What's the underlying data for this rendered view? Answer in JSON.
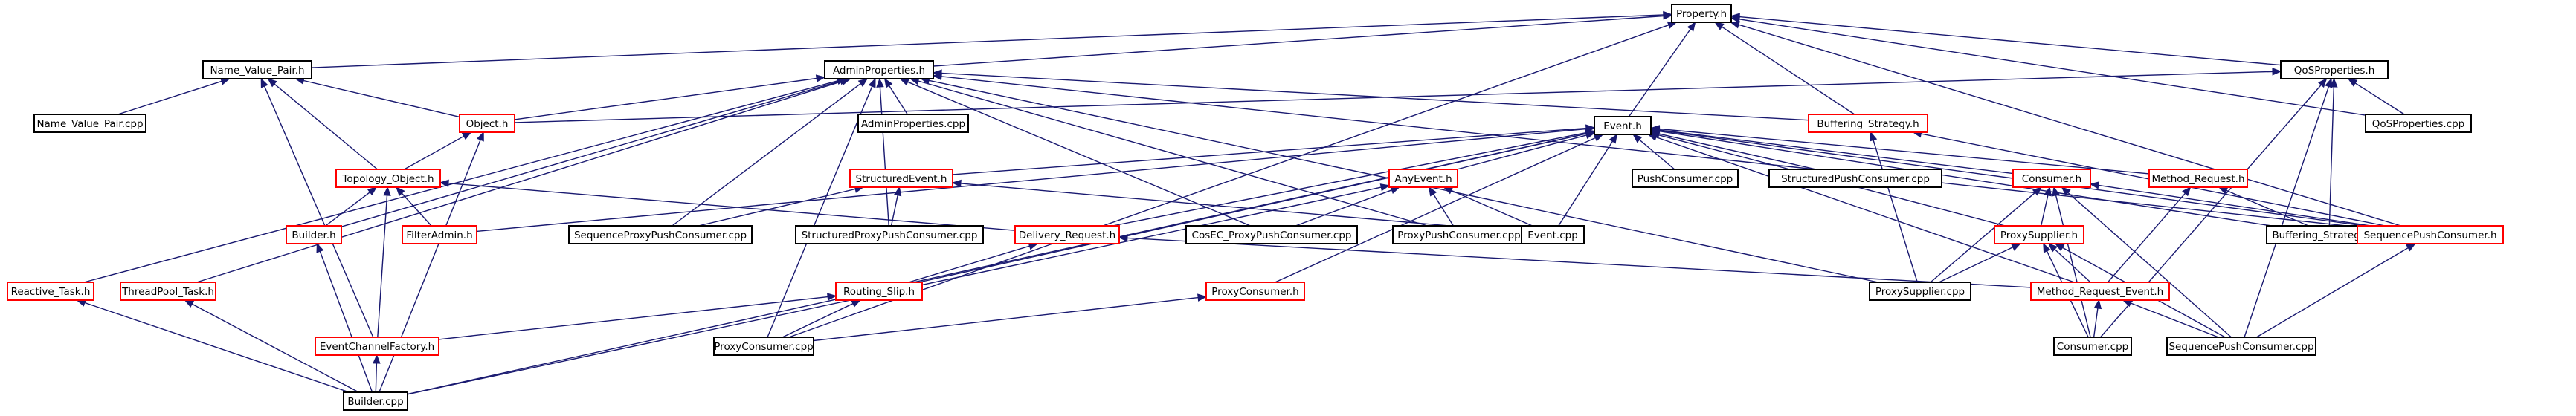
{
  "colors": {
    "edge": "#191970",
    "node_border_default": "#000000",
    "node_border_truncated": "#ff0000",
    "root_fill": "#bfbfbf",
    "background": "#ffffff"
  },
  "nodes": [
    {
      "id": "property_h",
      "label": "Property.h",
      "root": true
    },
    {
      "id": "name_value_pair_h",
      "label": "Name_Value_Pair.h"
    },
    {
      "id": "adminproperties_h",
      "label": "AdminProperties.h"
    },
    {
      "id": "qosproperties_h",
      "label": "QoSProperties.h"
    },
    {
      "id": "name_value_pair_cpp",
      "label": "Name_Value_Pair.cpp"
    },
    {
      "id": "object_h",
      "label": "Object.h",
      "truncated": true
    },
    {
      "id": "adminproperties_cpp",
      "label": "AdminProperties.cpp"
    },
    {
      "id": "buffering_strategy_h",
      "label": "Buffering_Strategy.h",
      "truncated": true
    },
    {
      "id": "qosproperties_cpp",
      "label": "QoSProperties.cpp"
    },
    {
      "id": "event_h",
      "label": "Event.h"
    },
    {
      "id": "topology_object_h",
      "label": "Topology_Object.h",
      "truncated": true
    },
    {
      "id": "structuredevent_h",
      "label": "StructuredEvent.h",
      "truncated": true
    },
    {
      "id": "anyevent_h",
      "label": "AnyEvent.h",
      "truncated": true
    },
    {
      "id": "pushconsumer_cpp",
      "label": "PushConsumer.cpp"
    },
    {
      "id": "structuredpushconsumer_cpp",
      "label": "StructuredPushConsumer.cpp"
    },
    {
      "id": "consumer_h",
      "label": "Consumer.h",
      "truncated": true
    },
    {
      "id": "method_request_h",
      "label": "Method_Request.h",
      "truncated": true
    },
    {
      "id": "builder_h",
      "label": "Builder.h",
      "truncated": true
    },
    {
      "id": "filteradmin_h",
      "label": "FilterAdmin.h",
      "truncated": true
    },
    {
      "id": "sequenceproxypushconsumer_cpp",
      "label": "SequenceProxyPushConsumer.cpp"
    },
    {
      "id": "structuredproxypushconsumer_cpp",
      "label": "StructuredProxyPushConsumer.cpp"
    },
    {
      "id": "delivery_request_h",
      "label": "Delivery_Request.h",
      "truncated": true
    },
    {
      "id": "cosec_proxypushconsumer_cpp",
      "label": "CosEC_ProxyPushConsumer.cpp"
    },
    {
      "id": "proxypushconsumer_cpp",
      "label": "ProxyPushConsumer.cpp"
    },
    {
      "id": "event_cpp",
      "label": "Event.cpp"
    },
    {
      "id": "proxysupplier_h",
      "label": "ProxySupplier.h",
      "truncated": true
    },
    {
      "id": "buffering_strategy_cpp",
      "label": "Buffering_Strategy.cpp"
    },
    {
      "id": "sequencepushconsumer_h",
      "label": "SequencePushConsumer.h",
      "truncated": true
    },
    {
      "id": "reactive_task_h",
      "label": "Reactive_Task.h",
      "truncated": true
    },
    {
      "id": "threadpool_task_h",
      "label": "ThreadPool_Task.h",
      "truncated": true
    },
    {
      "id": "routing_slip_h",
      "label": "Routing_Slip.h",
      "truncated": true
    },
    {
      "id": "proxyconsumer_h",
      "label": "ProxyConsumer.h",
      "truncated": true
    },
    {
      "id": "proxysupplier_cpp",
      "label": "ProxySupplier.cpp"
    },
    {
      "id": "method_request_event_h",
      "label": "Method_Request_Event.h",
      "truncated": true
    },
    {
      "id": "eventchannelfactory_h",
      "label": "EventChannelFactory.h",
      "truncated": true
    },
    {
      "id": "proxyconsumer_cpp",
      "label": "ProxyConsumer.cpp"
    },
    {
      "id": "consumer_cpp",
      "label": "Consumer.cpp"
    },
    {
      "id": "sequencepushconsumer_cpp",
      "label": "SequencePushConsumer.cpp"
    },
    {
      "id": "builder_cpp",
      "label": "Builder.cpp"
    }
  ],
  "edges": [
    [
      "name_value_pair_h",
      "property_h"
    ],
    [
      "adminproperties_h",
      "property_h"
    ],
    [
      "qosproperties_h",
      "property_h"
    ],
    [
      "event_h",
      "property_h"
    ],
    [
      "buffering_strategy_h",
      "property_h"
    ],
    [
      "qosproperties_cpp",
      "property_h"
    ],
    [
      "sequencepushconsumer_h",
      "property_h"
    ],
    [
      "proxyconsumer_cpp",
      "property_h"
    ],
    [
      "name_value_pair_cpp",
      "name_value_pair_h"
    ],
    [
      "object_h",
      "name_value_pair_h"
    ],
    [
      "topology_object_h",
      "name_value_pair_h"
    ],
    [
      "eventchannelfactory_h",
      "name_value_pair_h"
    ],
    [
      "object_h",
      "adminproperties_h"
    ],
    [
      "adminproperties_cpp",
      "adminproperties_h"
    ],
    [
      "buffering_strategy_h",
      "adminproperties_h"
    ],
    [
      "builder_h",
      "adminproperties_h"
    ],
    [
      "reactive_task_h",
      "adminproperties_h"
    ],
    [
      "threadpool_task_h",
      "adminproperties_h"
    ],
    [
      "sequenceproxypushconsumer_cpp",
      "adminproperties_h"
    ],
    [
      "structuredproxypushconsumer_cpp",
      "adminproperties_h"
    ],
    [
      "cosec_proxypushconsumer_cpp",
      "adminproperties_h"
    ],
    [
      "proxypushconsumer_cpp",
      "adminproperties_h"
    ],
    [
      "proxysupplier_cpp",
      "adminproperties_h"
    ],
    [
      "proxyconsumer_cpp",
      "adminproperties_h"
    ],
    [
      "sequencepushconsumer_h",
      "adminproperties_h"
    ],
    [
      "object_h",
      "qosproperties_h"
    ],
    [
      "qosproperties_cpp",
      "qosproperties_h"
    ],
    [
      "buffering_strategy_cpp",
      "qosproperties_h"
    ],
    [
      "consumer_cpp",
      "qosproperties_h"
    ],
    [
      "sequencepushconsumer_cpp",
      "qosproperties_h"
    ],
    [
      "topology_object_h",
      "object_h"
    ],
    [
      "builder_cpp",
      "object_h"
    ],
    [
      "proxysupplier_cpp",
      "buffering_strategy_h"
    ],
    [
      "sequencepushconsumer_h",
      "buffering_strategy_h"
    ],
    [
      "structuredevent_h",
      "event_h"
    ],
    [
      "anyevent_h",
      "event_h"
    ],
    [
      "pushconsumer_cpp",
      "event_h"
    ],
    [
      "structuredpushconsumer_cpp",
      "event_h"
    ],
    [
      "consumer_h",
      "event_h"
    ],
    [
      "method_request_h",
      "event_h"
    ],
    [
      "filteradmin_h",
      "event_h"
    ],
    [
      "delivery_request_h",
      "event_h"
    ],
    [
      "event_cpp",
      "event_h"
    ],
    [
      "proxysupplier_h",
      "event_h"
    ],
    [
      "buffering_strategy_cpp",
      "event_h"
    ],
    [
      "sequencepushconsumer_h",
      "event_h"
    ],
    [
      "routing_slip_h",
      "event_h"
    ],
    [
      "proxyconsumer_h",
      "event_h"
    ],
    [
      "method_request_event_h",
      "event_h"
    ],
    [
      "builder_cpp",
      "event_h"
    ],
    [
      "builder_h",
      "topology_object_h"
    ],
    [
      "filteradmin_h",
      "topology_object_h"
    ],
    [
      "eventchannelfactory_h",
      "topology_object_h"
    ],
    [
      "delivery_request_h",
      "topology_object_h"
    ],
    [
      "sequenceproxypushconsumer_cpp",
      "structuredevent_h"
    ],
    [
      "structuredproxypushconsumer_cpp",
      "structuredevent_h"
    ],
    [
      "event_cpp",
      "structuredevent_h"
    ],
    [
      "cosec_proxypushconsumer_cpp",
      "anyevent_h"
    ],
    [
      "proxypushconsumer_cpp",
      "anyevent_h"
    ],
    [
      "event_cpp",
      "anyevent_h"
    ],
    [
      "builder_cpp",
      "anyevent_h"
    ],
    [
      "proxysupplier_h",
      "consumer_h"
    ],
    [
      "proxysupplier_cpp",
      "consumer_h"
    ],
    [
      "consumer_cpp",
      "consumer_h"
    ],
    [
      "sequencepushconsumer_h",
      "consumer_h"
    ],
    [
      "sequencepushconsumer_cpp",
      "consumer_h"
    ],
    [
      "buffering_strategy_cpp",
      "method_request_h"
    ],
    [
      "method_request_event_h",
      "method_request_h"
    ],
    [
      "builder_cpp",
      "builder_h"
    ],
    [
      "routing_slip_h",
      "delivery_request_h"
    ],
    [
      "method_request_event_h",
      "delivery_request_h"
    ],
    [
      "proxysupplier_cpp",
      "proxysupplier_h"
    ],
    [
      "method_request_event_h",
      "proxysupplier_h"
    ],
    [
      "consumer_cpp",
      "proxysupplier_h"
    ],
    [
      "sequencepushconsumer_cpp",
      "proxysupplier_h"
    ],
    [
      "sequencepushconsumer_cpp",
      "sequencepushconsumer_h"
    ],
    [
      "builder_cpp",
      "reactive_task_h"
    ],
    [
      "builder_cpp",
      "threadpool_task_h"
    ],
    [
      "eventchannelfactory_h",
      "routing_slip_h"
    ],
    [
      "proxyconsumer_cpp",
      "routing_slip_h"
    ],
    [
      "proxyconsumer_cpp",
      "proxyconsumer_h"
    ],
    [
      "consumer_cpp",
      "method_request_event_h"
    ],
    [
      "sequencepushconsumer_cpp",
      "method_request_event_h"
    ],
    [
      "builder_cpp",
      "eventchannelfactory_h"
    ]
  ]
}
